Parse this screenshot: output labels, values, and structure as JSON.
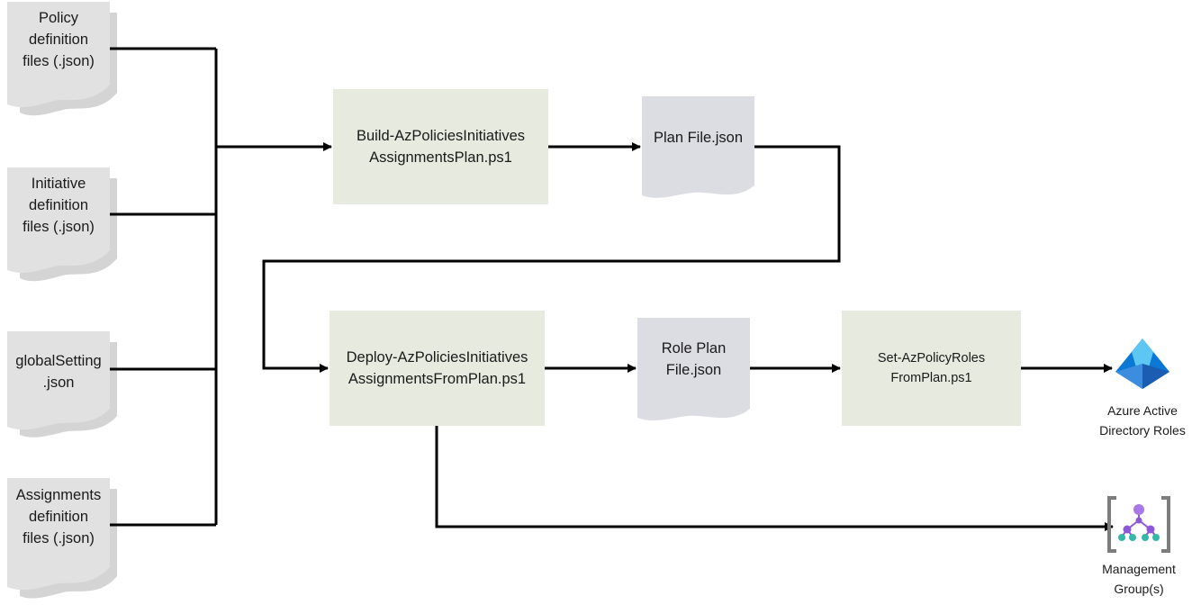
{
  "colors": {
    "process_fill": "#e6eadf",
    "plan_doc_fill": "#dcdce3",
    "input_doc_fill": "#e1e1e1",
    "input_doc_shadow": "#d4d4d4",
    "line": "#000000",
    "azure_blue": "#0a78d4",
    "azure_light": "#5ec6f2",
    "mg_purple": "#8d58d6",
    "mg_teal": "#36b8a8",
    "mg_bracket": "#7d7d7d"
  },
  "inputs": {
    "policy": [
      "Policy",
      "definition",
      "files (.json)"
    ],
    "initiative": [
      "Initiative",
      "definition",
      "files (.json)"
    ],
    "global": [
      "globalSetting",
      ".json"
    ],
    "assignments": [
      "Assignments",
      "definition",
      "files (.json)"
    ]
  },
  "processes": {
    "build": [
      "Build-AzPoliciesInitiatives",
      "AssignmentsPlan.ps1"
    ],
    "deploy": [
      "Deploy-AzPoliciesInitiatives",
      "AssignmentsFromPlan.ps1"
    ],
    "set_roles": [
      "Set-AzPolicyRoles",
      "FromPlan.ps1"
    ]
  },
  "documents": {
    "plan": [
      "Plan File.json"
    ],
    "role_plan": [
      "Role Plan",
      "File.json"
    ]
  },
  "outputs": {
    "azure_ad": {
      "icon": "azure-active-directory-icon",
      "label": [
        "Azure Active",
        "Directory Roles"
      ]
    },
    "management_groups": {
      "icon": "management-group-icon",
      "label": [
        "Management",
        "Group(s)"
      ]
    }
  }
}
